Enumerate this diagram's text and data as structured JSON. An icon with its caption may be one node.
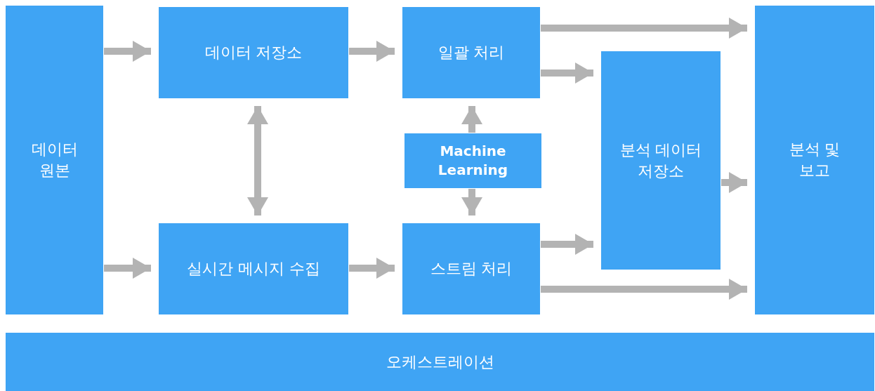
{
  "diagram": {
    "nodes": [
      {
        "text": [
          "데이터 원본"
        ]
      },
      {
        "text": [
          "데이터 저장소"
        ]
      },
      {
        "text": [
          "일괄 처리"
        ]
      },
      {
        "text": [
          "Machine Learning"
        ]
      },
      {
        "text": [
          "분석 데이터 저장소"
        ]
      },
      {
        "text": [
          "분석 및 보고"
        ]
      },
      {
        "text": [
          "실시간 메시지 수집"
        ]
      },
      {
        "text": [
          "스트림 처리"
        ]
      },
      {
        "text": [
          "오케스트레이션"
        ]
      }
    ],
    "edges": [
      {
        "from": 0,
        "to": 1,
        "arrow": "to"
      },
      {
        "from": 0,
        "to": 6,
        "arrow": "to"
      },
      {
        "from": 1,
        "to": 2,
        "arrow": "to"
      },
      {
        "from": 1,
        "to": 6,
        "arrow": "both"
      },
      {
        "from": 6,
        "to": 7,
        "arrow": "to"
      },
      {
        "from": 3,
        "to": 2,
        "arrow": "to"
      },
      {
        "from": 3,
        "to": 7,
        "arrow": "to"
      },
      {
        "from": 2,
        "to": 5,
        "arrow": "to"
      },
      {
        "from": 2,
        "to": 4,
        "arrow": "to"
      },
      {
        "from": 4,
        "to": 5,
        "arrow": "to"
      },
      {
        "from": 7,
        "to": 4,
        "arrow": "to"
      },
      {
        "from": 7,
        "to": 5,
        "arrow": "to"
      }
    ]
  }
}
